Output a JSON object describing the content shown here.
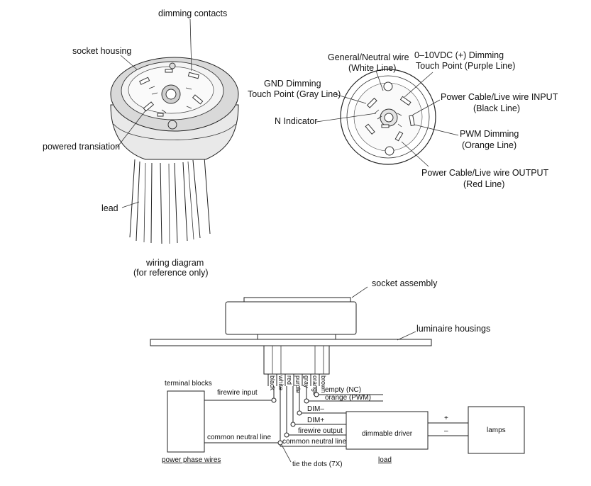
{
  "product_labels": {
    "dimming_contacts": "dimming contacts",
    "socket_housing": "socket housing",
    "powered_translation": "powered transiation",
    "lead": "lead"
  },
  "socket_labels": {
    "general_neutral_1": "General/Neutral wire",
    "general_neutral_2": "(White Line)",
    "dim_plus_1": "0–10VDC  (+)  Dimming",
    "dim_plus_2": "Touch Point (Purple Line)",
    "gnd_dim_1": "GND Dimming",
    "gnd_dim_2": "Touch Point (Gray Line)",
    "n_indicator": "N Indicator",
    "live_input_1": "Power Cable/Live wire INPUT",
    "live_input_2": "(Black Line)",
    "pwm_1": "PWM Dimming",
    "pwm_2": "(Orange Line)",
    "live_output_1": "Power Cable/Live wire OUTPUT",
    "live_output_2": "(Red Line)"
  },
  "wiring": {
    "title_1": "wiring diagram",
    "title_2": "(for reference only)",
    "socket_assembly": "socket assembly",
    "luminaire_housings": "luminaire housings",
    "terminal_blocks": "terminal blocks",
    "firewire_input": "firewire input",
    "common_neutral_line": "common neutral line",
    "common_neutral_line_2": "common neutral line",
    "power_phase_wires": "power phase wires",
    "tie_the_dots": "tie the dots  (7X)",
    "empty_nc": "empty (NC)",
    "orange_pwm": "orange (PWM)",
    "dim_minus": "DIM–",
    "dim_plus": "DIM+",
    "firewire_output": "firewire output",
    "dimmable_driver": "dimmable driver",
    "load": "load",
    "plus": "+",
    "minus": "–",
    "lamps": "lamps",
    "wires": [
      "black",
      "white",
      "red",
      "purple",
      "gray",
      "orange",
      "brown"
    ]
  }
}
